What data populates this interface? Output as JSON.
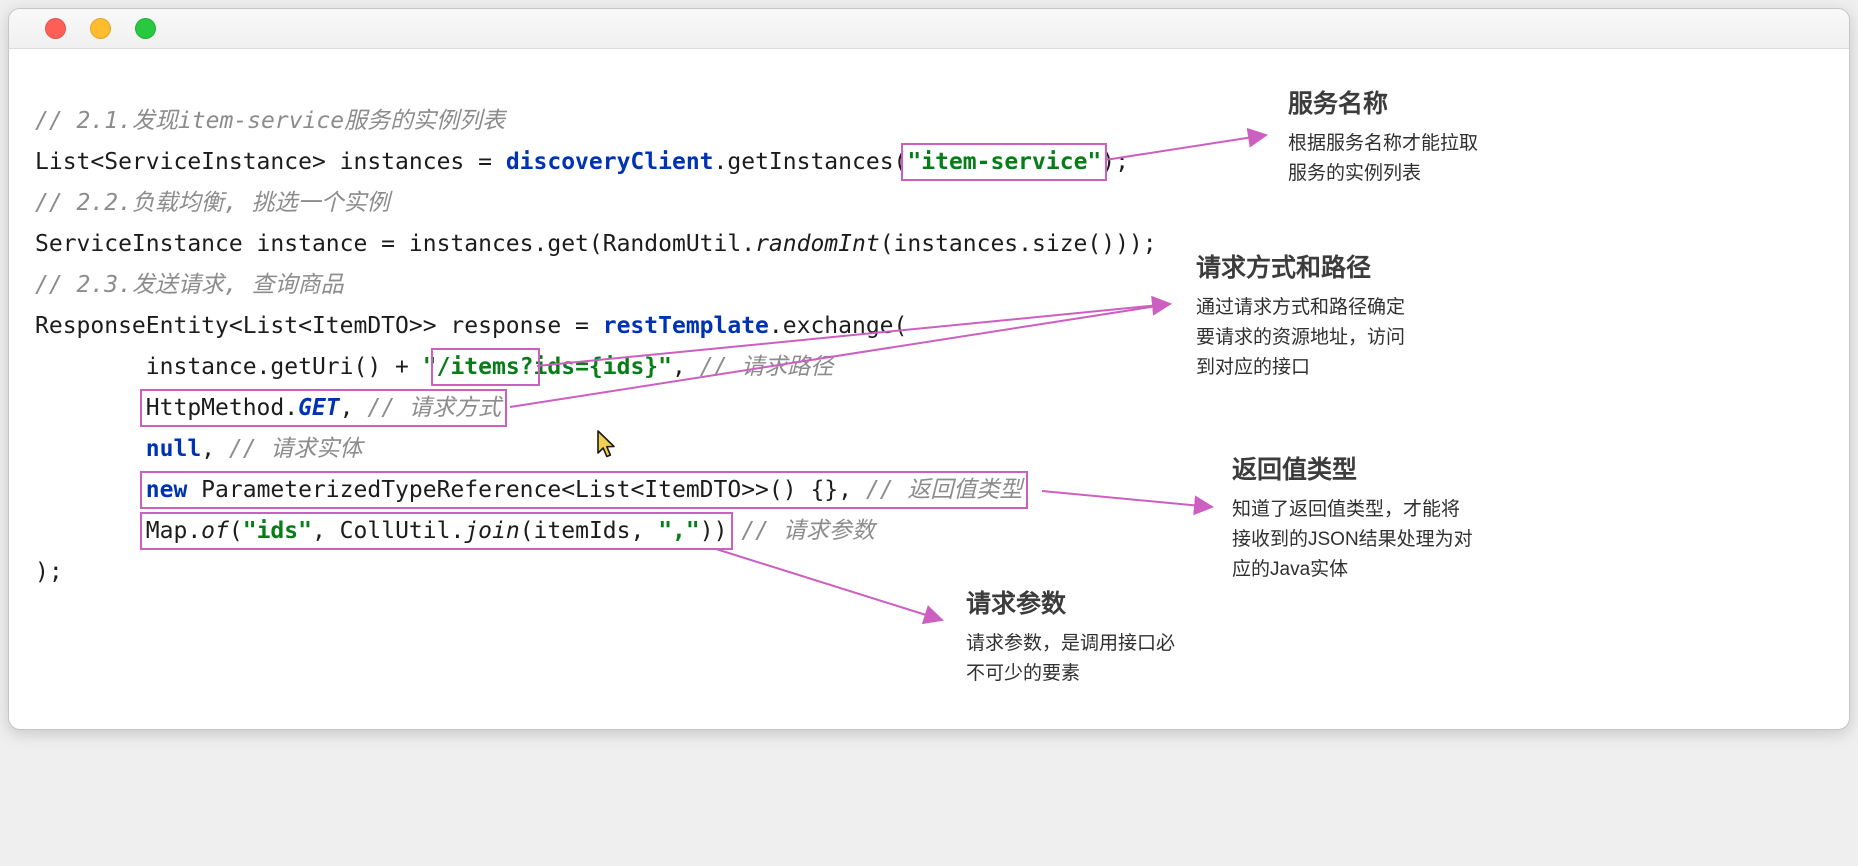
{
  "window": {
    "traffic_lights": {
      "close": "red",
      "minimize": "yellow",
      "zoom": "green"
    }
  },
  "colors": {
    "annotation_pink": "#cc5fc0",
    "string_green": "#067d17",
    "keyword_blue": "#0033b3",
    "comment_gray": "#8c8c8c"
  },
  "code": {
    "lines": [
      [
        {
          "t": "// 2.1.发现item-service服务的实例列表",
          "c": "cm"
        }
      ],
      [
        {
          "t": "List<ServiceInstance> instances = ",
          "c": ""
        },
        {
          "t": "discoveryClient",
          "c": "kw"
        },
        {
          "t": ".getInstances(",
          "c": ""
        },
        {
          "box": true,
          "seg": [
            {
              "t": "\"item-service\"",
              "c": "str"
            }
          ]
        },
        {
          "t": ");",
          "c": ""
        }
      ],
      [
        {
          "t": "// 2.2.负载均衡, 挑选一个实例",
          "c": "cm"
        }
      ],
      [
        {
          "t": "ServiceInstance instance = instances.get(RandomUtil.",
          "c": ""
        },
        {
          "t": "randomInt",
          "c": "it"
        },
        {
          "t": "(instances.size()));",
          "c": ""
        }
      ],
      [
        {
          "t": "// 2.3.发送请求, 查询商品",
          "c": "cm"
        }
      ],
      [
        {
          "t": "ResponseEntity<List<ItemDTO>> response = ",
          "c": ""
        },
        {
          "t": "restTemplate",
          "c": "kw"
        },
        {
          "t": ".exchange(",
          "c": ""
        }
      ],
      [
        {
          "t": "        instance.getUri() + ",
          "c": ""
        },
        {
          "t": "\"",
          "c": "str"
        },
        {
          "box": true,
          "seg": [
            {
              "t": "/items?",
              "c": "str"
            }
          ]
        },
        {
          "t": "ids={ids}\"",
          "c": "str"
        },
        {
          "t": ", ",
          "c": ""
        },
        {
          "t": "// 请求路径",
          "c": "cm"
        }
      ],
      [
        {
          "t": "        ",
          "c": ""
        },
        {
          "box": true,
          "seg": [
            {
              "t": "HttpMethod.",
              "c": ""
            },
            {
              "t": "GET",
              "c": "kwi"
            },
            {
              "t": ", ",
              "c": ""
            },
            {
              "t": "// 请求方式",
              "c": "cm"
            }
          ]
        }
      ],
      [
        {
          "t": "        ",
          "c": ""
        },
        {
          "t": "null",
          "c": "kw"
        },
        {
          "t": ", ",
          "c": ""
        },
        {
          "t": "// 请求实体",
          "c": "cm"
        }
      ],
      [
        {
          "t": "        ",
          "c": ""
        },
        {
          "box": true,
          "seg": [
            {
              "t": "new",
              "c": "kw"
            },
            {
              "t": " ParameterizedTypeReference<List<ItemDTO>>() {}, ",
              "c": ""
            },
            {
              "t": "// 返回值类型",
              "c": "cm"
            }
          ]
        }
      ],
      [
        {
          "t": "        ",
          "c": ""
        },
        {
          "box": true,
          "seg": [
            {
              "t": "Map.",
              "c": ""
            },
            {
              "t": "of",
              "c": "it"
            },
            {
              "t": "(",
              "c": ""
            },
            {
              "t": "\"ids\"",
              "c": "str"
            },
            {
              "t": ", CollUtil.",
              "c": ""
            },
            {
              "t": "join",
              "c": "it"
            },
            {
              "t": "(itemIds, ",
              "c": ""
            },
            {
              "t": "\",\"",
              "c": "str"
            },
            {
              "t": "))",
              "c": ""
            }
          ]
        },
        {
          "t": " ",
          "c": ""
        },
        {
          "t": "// 请求参数",
          "c": "cm"
        }
      ],
      [
        {
          "t": ");",
          "c": ""
        }
      ]
    ]
  },
  "annotations": [
    {
      "id": "service-name",
      "title": "服务名称",
      "body": "根据服务名称才能拉取服务的实例列表"
    },
    {
      "id": "method-path",
      "title": "请求方式和路径",
      "body": "通过请求方式和路径确定要请求的资源地址，访问到对应的接口"
    },
    {
      "id": "return-type",
      "title": "返回值类型",
      "body": "知道了返回值类型，才能将接收到的JSON结果处理为对应的Java实体"
    },
    {
      "id": "request-params",
      "title": "请求参数",
      "body": "请求参数，是调用接口必不可少的要素"
    }
  ],
  "icons": {
    "cursor": "mouse-pointer"
  }
}
